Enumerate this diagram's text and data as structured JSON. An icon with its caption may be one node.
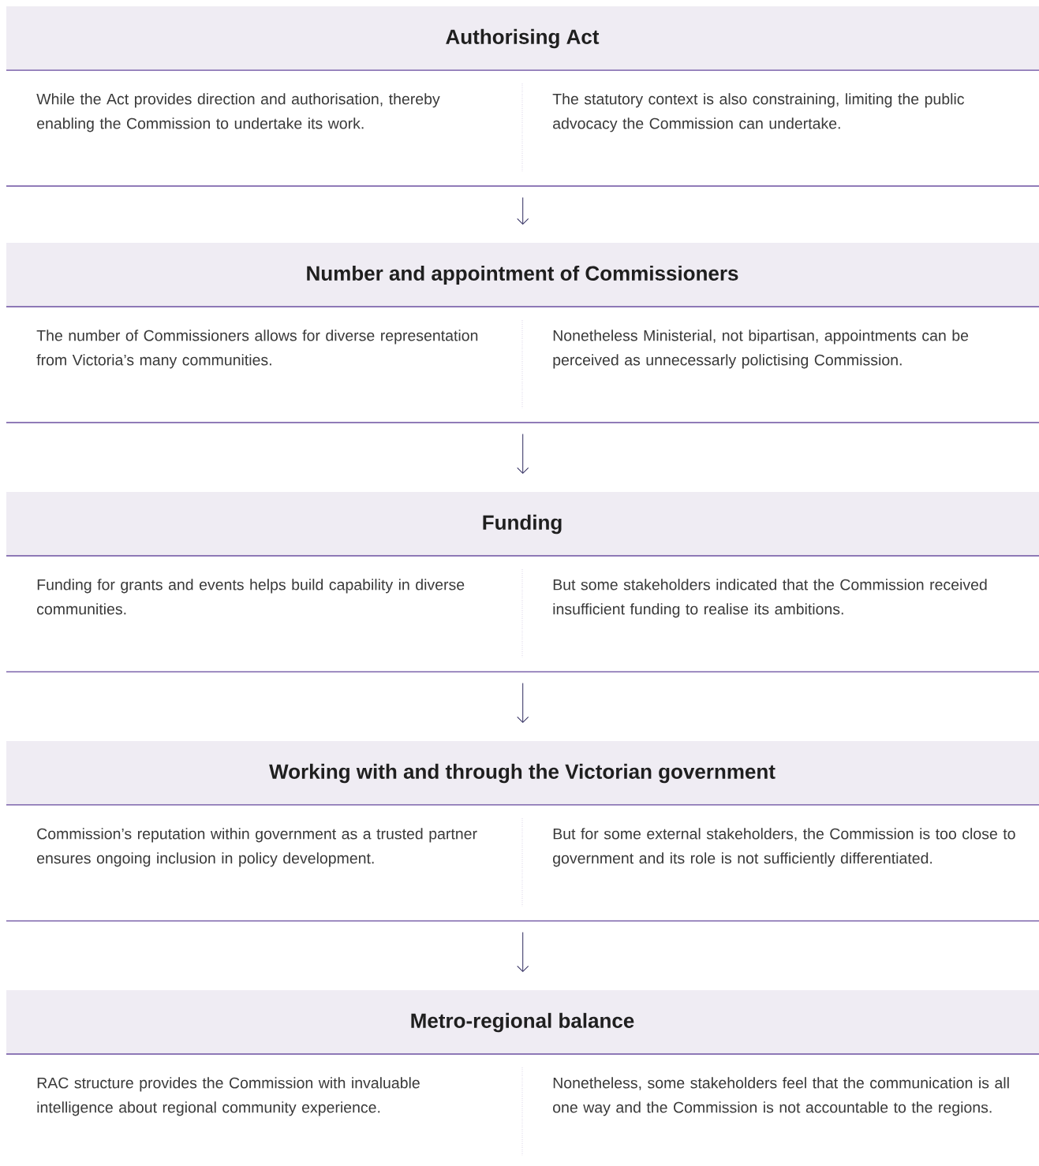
{
  "diagram": {
    "nodes": [
      {
        "text": [
          "Authorising Act",
          "While the Act provides direction and authorisation, thereby enabling the Commission to undertake its work.",
          "The statutory context is also constraining, limiting the public advocacy the Commission can undertake."
        ]
      },
      {
        "text": [
          "Number and appointment of Commissioners",
          "The number of Commissioners allows for diverse representation from Victoria’s many communities.",
          "Nonetheless Ministerial, not bipartisan, appointments can be perceived as unnecessarly polictising Commission."
        ]
      },
      {
        "text": [
          "Funding",
          "Funding for grants and events helps build capability in diverse communities.",
          "But some stakeholders indicated that the Commission received insufficient funding to realise its ambitions."
        ]
      },
      {
        "text": [
          "Working with and through the Victorian government",
          "Commission’s reputation within government as a trusted partner ensures ongoing inclusion in policy development.",
          "But for some external stakeholders, the Commission is too close to government and its role is not sufficiently differentiated."
        ]
      },
      {
        "text": [
          "Metro-regional balance",
          "RAC structure provides the Commission with invaluable intelligence about regional community experience.",
          "Nonetheless, some stakeholders feel that the communication is all one way and the Commission is not accountable to the regions."
        ]
      }
    ],
    "edges": [
      {
        "from": 0,
        "to": 1,
        "arrow": "to"
      },
      {
        "from": 1,
        "to": 2,
        "arrow": "to"
      },
      {
        "from": 2,
        "to": 3,
        "arrow": "to"
      },
      {
        "from": 3,
        "to": 4,
        "arrow": "to"
      }
    ]
  }
}
